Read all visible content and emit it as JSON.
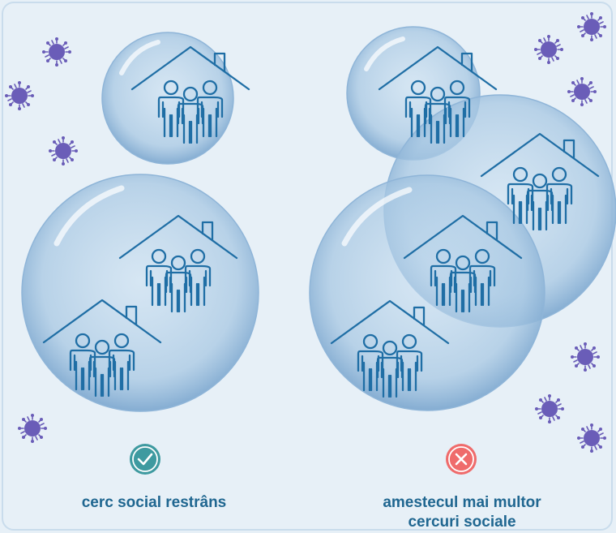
{
  "left": {
    "caption": "cerc social restrâns",
    "status": "check-icon"
  },
  "right": {
    "caption_line1": "amestecul mai multor",
    "caption_line2": "cercuri sociale",
    "status": "cross-icon"
  },
  "colors": {
    "background": "#e7f0f7",
    "frame": "#c9dcec",
    "icon_stroke": "#1f6ea5",
    "virus": "#6a5db8",
    "check": "#3e9aa0",
    "cross": "#ef6b6b",
    "caption": "#1f6690"
  }
}
